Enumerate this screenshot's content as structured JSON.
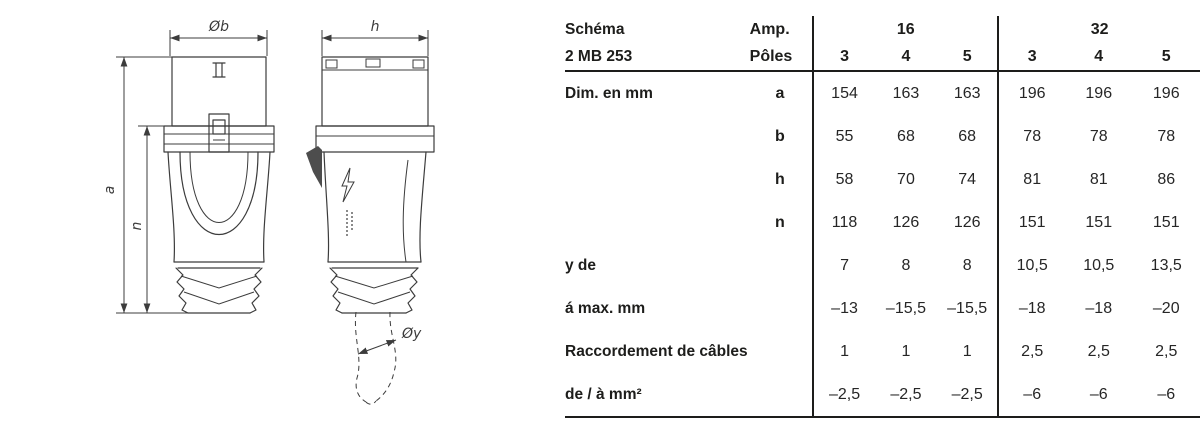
{
  "colors": {
    "ink": "#1d1d1b",
    "line_art": "#3c3c3c"
  },
  "drawing": {
    "dim_b": "Øb",
    "dim_h": "h",
    "dim_a": "a",
    "dim_n": "n",
    "dim_y": "Øy"
  },
  "table": {
    "header": {
      "title1": "Schéma",
      "title2": "2 MB 253",
      "amp": "Amp.",
      "poles": "Pôles",
      "group16": "16",
      "group32": "32",
      "pole_counts": [
        "3",
        "4",
        "5",
        "3",
        "4",
        "5"
      ]
    },
    "rows": [
      {
        "label": "Dim. en mm",
        "sub": "a",
        "values": [
          "154",
          "163",
          "163",
          "196",
          "196",
          "196"
        ]
      },
      {
        "label": "",
        "sub": "b",
        "values": [
          "55",
          "68",
          "68",
          "78",
          "78",
          "78"
        ]
      },
      {
        "label": "",
        "sub": "h",
        "values": [
          "58",
          "70",
          "74",
          "81",
          "81",
          "86"
        ]
      },
      {
        "label": "",
        "sub": "n",
        "values": [
          "118",
          "126",
          "126",
          "151",
          "151",
          "151"
        ]
      },
      {
        "label": "y de",
        "sub": "",
        "values": [
          "7",
          "8",
          "8",
          "10,5",
          "10,5",
          "13,5"
        ]
      },
      {
        "label": "á max. mm",
        "sub": "",
        "values": [
          "–13",
          "–15,5",
          "–15,5",
          "–18",
          "–18",
          "–20"
        ]
      },
      {
        "label": "Raccordement de câbles",
        "sub": "",
        "values": [
          "1",
          "1",
          "1",
          "2,5",
          "2,5",
          "2,5"
        ]
      },
      {
        "label": "de / à mm²",
        "sub": "",
        "values": [
          "–2,5",
          "–2,5",
          "–2,5",
          "–6",
          "–6",
          "–6"
        ]
      }
    ]
  }
}
